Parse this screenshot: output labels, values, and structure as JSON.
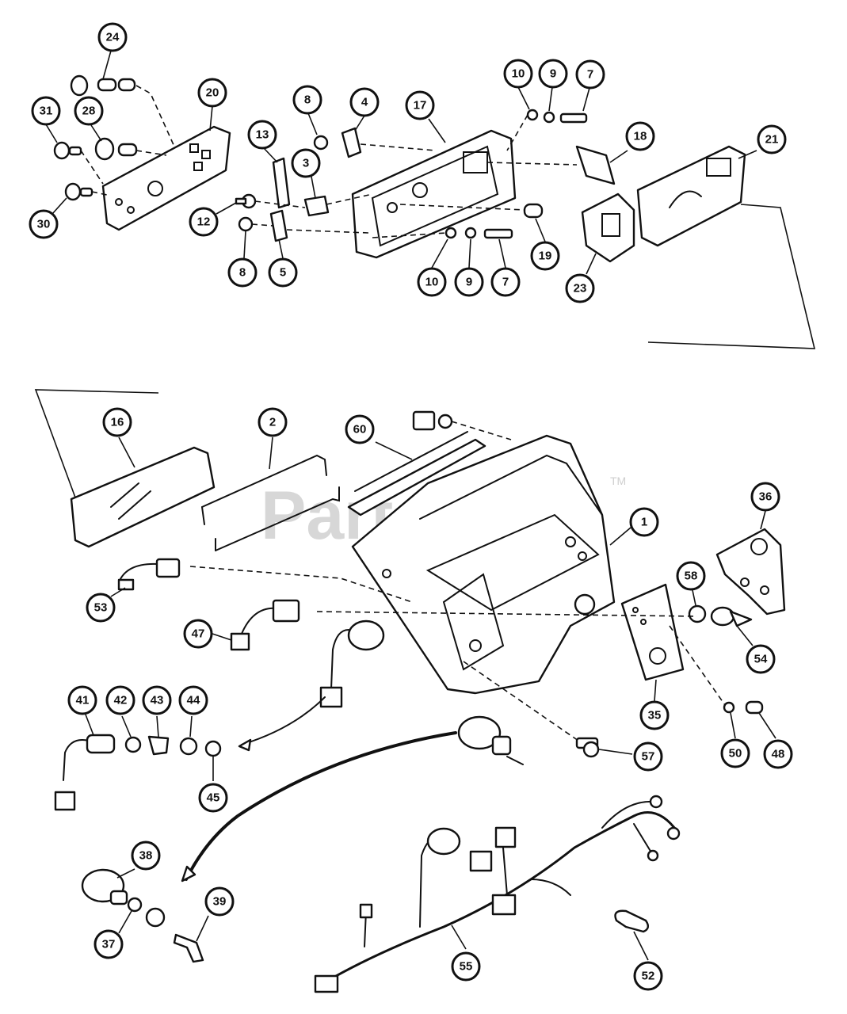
{
  "watermark": {
    "text": "PartsTree",
    "trademark": "TM",
    "color": "#d7d7d7"
  },
  "callouts": [
    "24",
    "20",
    "28",
    "31",
    "30",
    "8",
    "4",
    "17",
    "13",
    "3",
    "12",
    "8",
    "5",
    "10",
    "9",
    "7",
    "18",
    "21",
    "19",
    "10",
    "9",
    "7",
    "23",
    "16",
    "2",
    "60",
    "1",
    "36",
    "58",
    "54",
    "53",
    "47",
    "35",
    "41",
    "42",
    "43",
    "44",
    "45",
    "57",
    "50",
    "48",
    "38",
    "37",
    "39",
    "55",
    "52"
  ]
}
